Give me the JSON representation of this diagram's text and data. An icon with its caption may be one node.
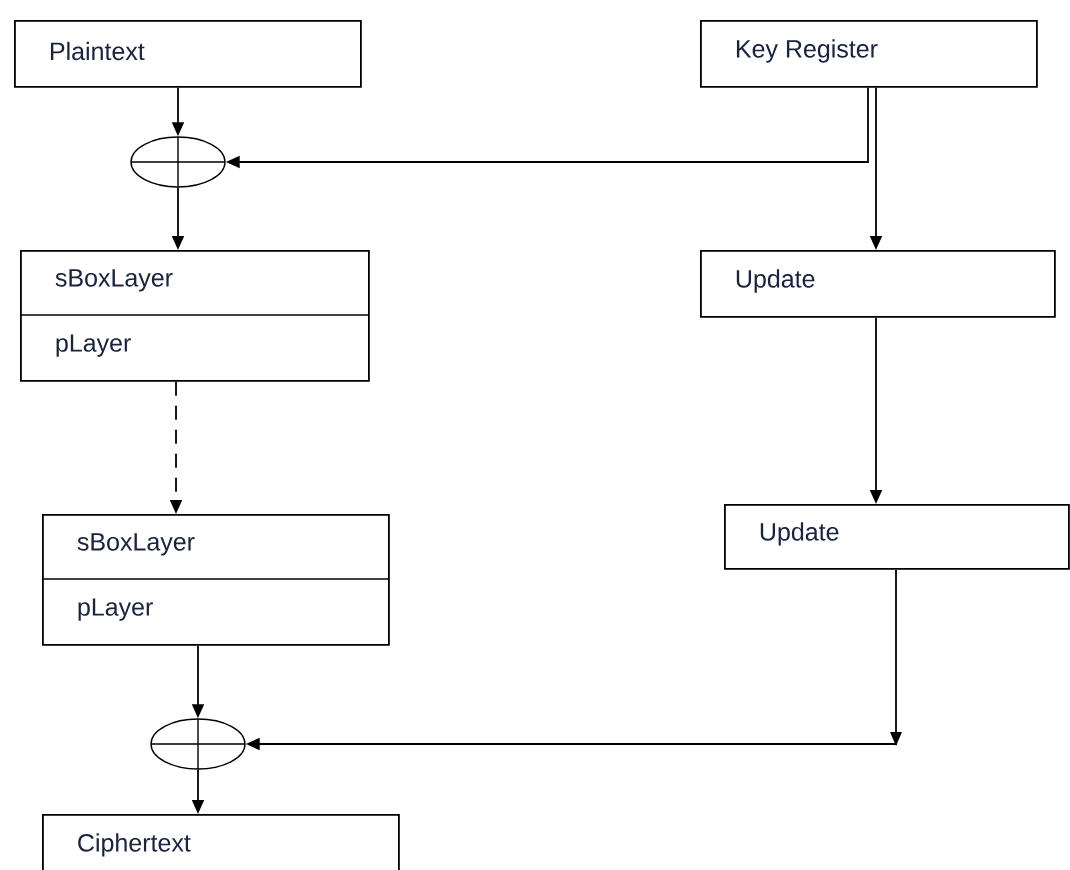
{
  "diagram": {
    "nodes": [
      {
        "text": [
          "Plaintext"
        ]
      },
      {
        "text": [
          "Key Register"
        ]
      },
      {
        "text": [],
        "shape": "circle"
      },
      {
        "text": [
          "sBoxLayer",
          "pLayer"
        ]
      },
      {
        "text": [
          "Update"
        ]
      },
      {
        "text": [
          "sBoxLayer",
          "pLayer"
        ]
      },
      {
        "text": [
          "Update"
        ]
      },
      {
        "text": [],
        "shape": "circle"
      },
      {
        "text": [
          "Ciphertext"
        ]
      }
    ],
    "edges": [
      {
        "from": 0,
        "to": 2,
        "arrow": "to"
      },
      {
        "from": 1,
        "to": 2,
        "arrow": "to"
      },
      {
        "from": 1,
        "to": 4,
        "arrow": "to"
      },
      {
        "from": 2,
        "to": 3,
        "arrow": "to"
      },
      {
        "from": 3,
        "to": 5,
        "arrow": "to",
        "style": "dashed"
      },
      {
        "from": 4,
        "to": 6,
        "arrow": "to"
      },
      {
        "from": 5,
        "to": 7,
        "arrow": "to"
      },
      {
        "from": 6,
        "to": 7,
        "arrow": "to"
      },
      {
        "from": 7,
        "to": 8,
        "arrow": "to"
      }
    ]
  }
}
